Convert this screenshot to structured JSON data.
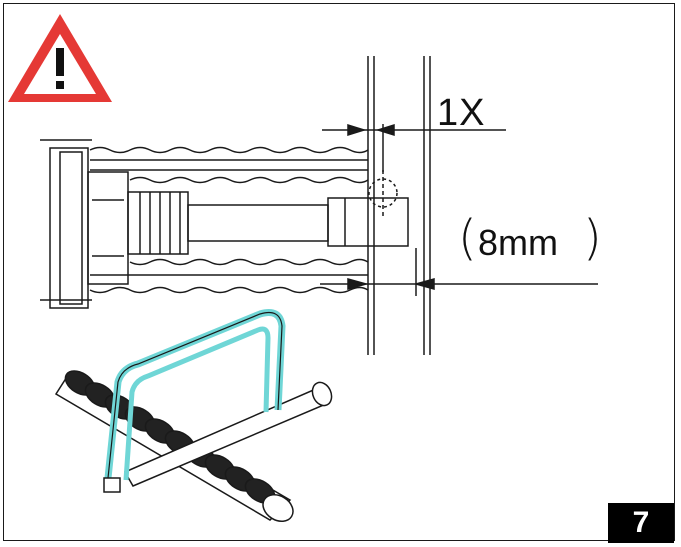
{
  "annotations": {
    "quantity_label": "1X",
    "measurement_label": "8mm",
    "paren_open": "(",
    "paren_close": ")"
  },
  "step": {
    "number": "7"
  },
  "icons": {
    "warning": "warning-triangle-icon"
  },
  "colors": {
    "warning_red": "#e53935",
    "line": "#1a1a1a",
    "tool_highlight": "#6fd6d6",
    "badge_bg": "#000000",
    "badge_text": "#ffffff"
  }
}
